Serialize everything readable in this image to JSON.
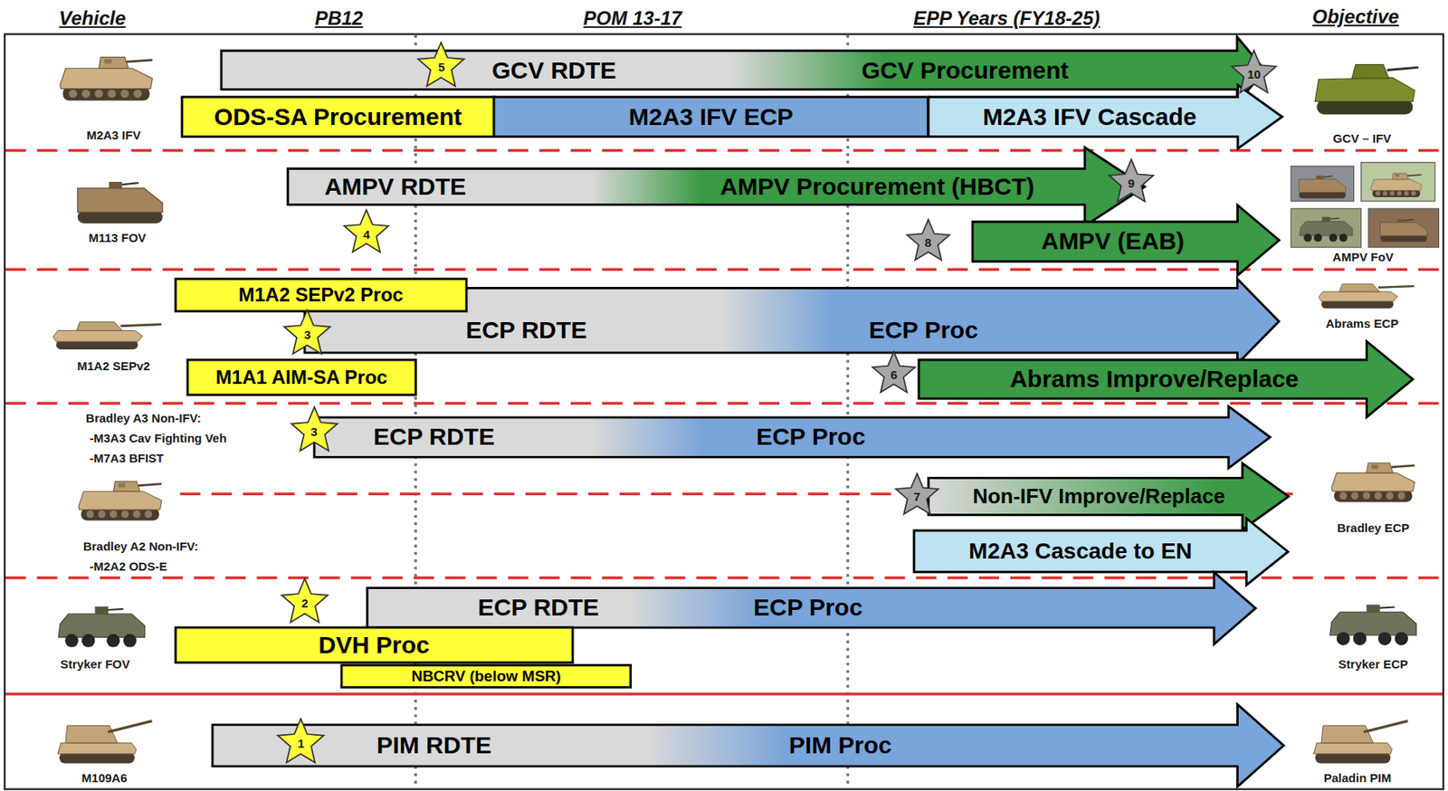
{
  "diagram": {
    "nodes": [
      {
        "text": [
          "GCV RDTE",
          "GCV Procurement"
        ]
      },
      {
        "text": [
          "5"
        ]
      },
      {
        "text": [
          "10"
        ]
      },
      {
        "text": [
          "ODS-SA Procurement"
        ]
      },
      {
        "text": [
          "M2A3 IFV ECP"
        ]
      },
      {
        "text": [
          "M2A3 IFV Cascade"
        ]
      },
      {
        "text": [
          "AMPV RDTE",
          "AMPV Procurement (HBCT)"
        ]
      },
      {
        "text": [
          "9"
        ]
      },
      {
        "text": [
          "4"
        ]
      },
      {
        "text": [
          "8"
        ]
      },
      {
        "text": [
          "AMPV (EAB)"
        ]
      },
      {
        "text": [
          "M1A2 SEPv2 Proc"
        ]
      },
      {
        "text": [
          "ECP RDTE",
          "ECP Proc"
        ]
      },
      {
        "text": [
          "3"
        ]
      },
      {
        "text": [
          "M1A1 AIM-SA Proc"
        ]
      },
      {
        "text": [
          "6"
        ]
      },
      {
        "text": [
          "Abrams Improve/Replace"
        ]
      },
      {
        "text": [
          "3"
        ]
      },
      {
        "text": [
          "ECP RDTE",
          "ECP Proc"
        ]
      },
      {
        "text": [
          "7"
        ]
      },
      {
        "text": [
          "Non-IFV Improve/Replace"
        ]
      },
      {
        "text": [
          "M2A3 Cascade to EN"
        ]
      },
      {
        "text": [
          "2"
        ]
      },
      {
        "text": [
          "ECP RDTE",
          "ECP Proc"
        ]
      },
      {
        "text": [
          "DVH Proc"
        ]
      },
      {
        "text": [
          "NBCRV (below MSR)"
        ]
      },
      {
        "text": [
          "1"
        ]
      },
      {
        "text": [
          "PIM RDTE",
          "PIM Proc"
        ]
      }
    ],
    "labels": [
      "Vehicle",
      "PB12",
      "POM 13-17",
      "EPP Years (FY18-25)",
      "Objective",
      "M2A3 IFV",
      "GCV – IFV",
      "M113 FOV",
      "AMPV FoV",
      "M1A2 SEPv2",
      "Abrams ECP",
      "Bradley A3 Non-IFV:",
      "-M3A3 Cav Fighting Veh",
      "-M7A3 BFIST",
      "Bradley A2 Non-IFV:",
      "-M2A2 ODS-E",
      "Bradley ECP",
      "Stryker FOV",
      "Stryker ECP",
      "M109A6",
      "Paladin PIM"
    ]
  }
}
